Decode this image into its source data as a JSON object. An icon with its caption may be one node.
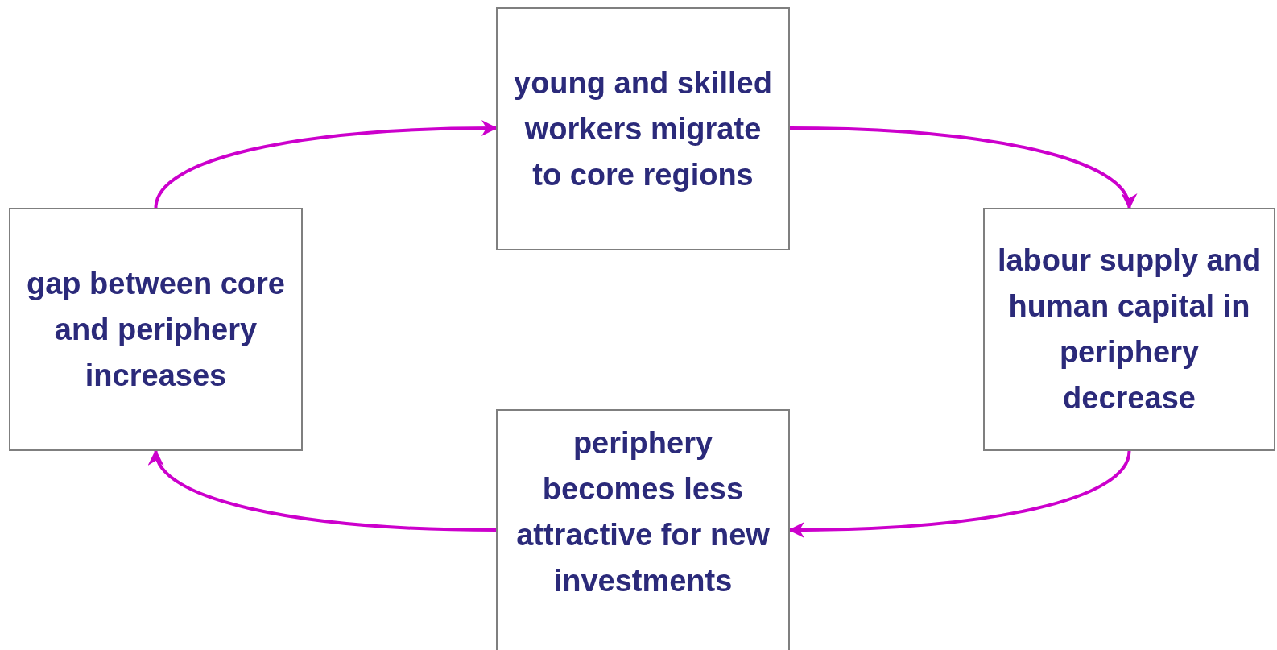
{
  "diagram": {
    "nodes": [
      {
        "text": [
          "young and skilled workers migrate to core regions"
        ]
      },
      {
        "text": [
          "gap between core and periphery increases"
        ]
      },
      {
        "text": [
          "labour supply and human capital in periphery decrease"
        ]
      },
      {
        "text": [
          "periphery becomes less attractive for new investments"
        ]
      }
    ],
    "edges": [
      {
        "from": 1,
        "to": 0,
        "arrow": "to"
      },
      {
        "from": 0,
        "to": 2,
        "arrow": "to"
      },
      {
        "from": 2,
        "to": 3,
        "arrow": "to"
      },
      {
        "from": 3,
        "to": 1,
        "arrow": "to"
      }
    ]
  }
}
